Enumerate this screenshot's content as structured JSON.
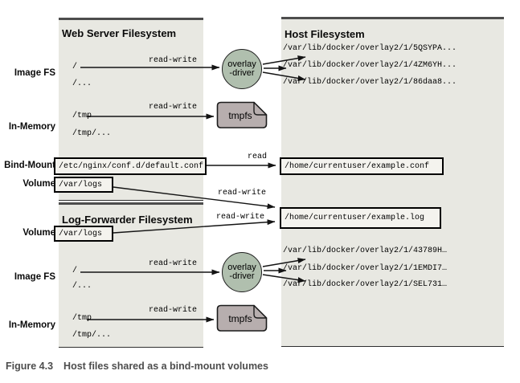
{
  "colors": {
    "panel_bg": "#e8e8e2",
    "panel_top_border": "#4d4d4d",
    "panel_bottom_border": "#2f2f2f",
    "overlay_circle_fill": "#b0bfae",
    "tmpfs_fill": "#b7aeae",
    "path_box_fill": "#f4f3ee",
    "caption_color": "#4d4d4d"
  },
  "labels": {
    "read_write": "read-write",
    "read": "read"
  },
  "nodes": {
    "overlay_line1": "overlay",
    "overlay_line2": "-driver",
    "tmpfs": "tmpfs"
  },
  "row_labels": {
    "image_fs_1": "Image FS",
    "in_memory_1": "In-Memory",
    "bind_mount": "Bind-Mount",
    "volume_1": "Volume",
    "volume_2": "Volume",
    "image_fs_2": "Image FS",
    "in_memory_2": "In-Memory"
  },
  "web_panel": {
    "title": "Web Server Filesystem",
    "root": "/",
    "root_more": "/...",
    "tmp": "/tmp",
    "tmp_more": "/tmp/...",
    "bind_mount_path": "/etc/nginx/conf.d/default.conf",
    "volume_path": "/var/logs"
  },
  "log_panel": {
    "title": "Log-Forwarder Filesystem",
    "volume_path": "/var/logs",
    "root": "/",
    "root_more": "/...",
    "tmp": "/tmp",
    "tmp_more": "/tmp/..."
  },
  "host_panel": {
    "title": "Host Filesystem",
    "overlay_paths_web": [
      "/var/lib/docker/overlay2/1/5QSYPA...",
      "/var/lib/docker/overlay2/1/4ZM6YH...",
      "/var/lib/docker/overlay2/1/86daa8..."
    ],
    "bind_mount_target": "/home/currentuser/example.conf",
    "volume_target": "/home/currentuser/example.log",
    "overlay_paths_log": [
      "/var/lib/docker/overlay2/1/43789H…",
      "/var/lib/docker/overlay2/1/1EMDI7…",
      "/var/lib/docker/overlay2/1/SEL731…"
    ]
  },
  "caption": {
    "figure": "Figure 4.3",
    "text": "Host files shared as a bind-mount volumes"
  }
}
